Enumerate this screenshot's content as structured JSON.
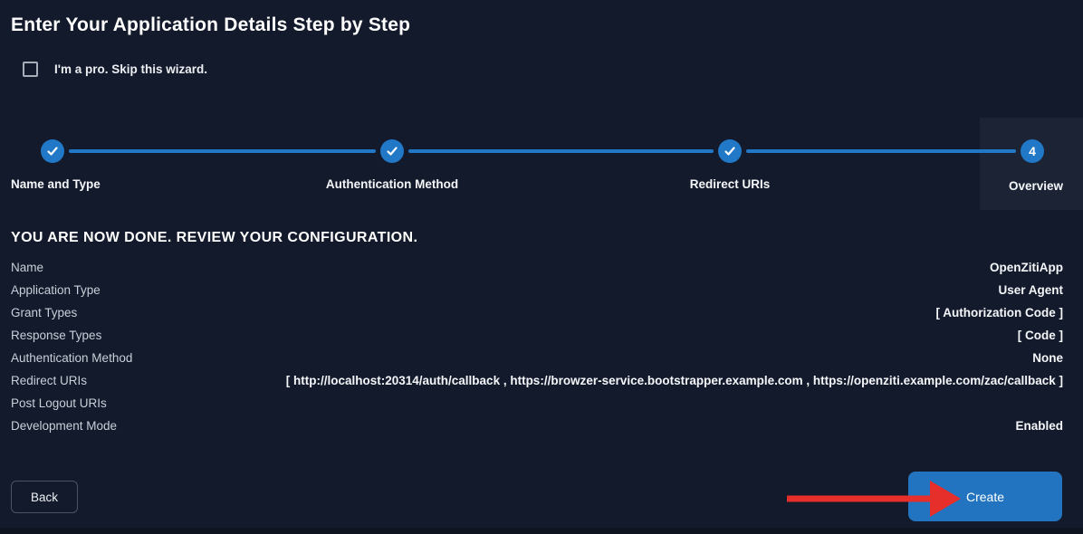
{
  "page": {
    "title": "Enter Your Application Details Step by Step",
    "skip_checkbox": {
      "label": "I'm a pro. Skip this wizard.",
      "checked": false
    }
  },
  "stepper": {
    "steps": [
      {
        "label": "Name and Type",
        "state": "done",
        "icon": "check-icon"
      },
      {
        "label": "Authentication Method",
        "state": "done",
        "icon": "check-icon"
      },
      {
        "label": "Redirect URIs",
        "state": "done",
        "icon": "check-icon"
      },
      {
        "label": "Overview",
        "state": "current",
        "number": "4"
      }
    ]
  },
  "review": {
    "heading": "YOU ARE NOW DONE. REVIEW YOUR CONFIGURATION.",
    "rows": [
      {
        "label": "Name",
        "value": "OpenZitiApp"
      },
      {
        "label": "Application Type",
        "value": "User Agent"
      },
      {
        "label": "Grant Types",
        "value": "[ Authorization Code ]"
      },
      {
        "label": "Response Types",
        "value": "[ Code ]"
      },
      {
        "label": "Authentication Method",
        "value": "None"
      },
      {
        "label": "Redirect URIs",
        "value": "[ http://localhost:20314/auth/callback , https://browzer-service.bootstrapper.example.com , https://openziti.example.com/zac/callback ]"
      },
      {
        "label": "Post Logout URIs",
        "value": ""
      },
      {
        "label": "Development Mode",
        "value": "Enabled"
      }
    ]
  },
  "footer": {
    "back_label": "Back",
    "create_label": "Create"
  },
  "annotation": {
    "description": "red arrow pointing to Create button",
    "color": "#e62e2a"
  },
  "colors": {
    "background": "#131a2b",
    "accent_blue": "#2178c6",
    "button_blue": "#2274c0",
    "step_highlight": "#1b2334",
    "arrow_red": "#e62e2a"
  }
}
